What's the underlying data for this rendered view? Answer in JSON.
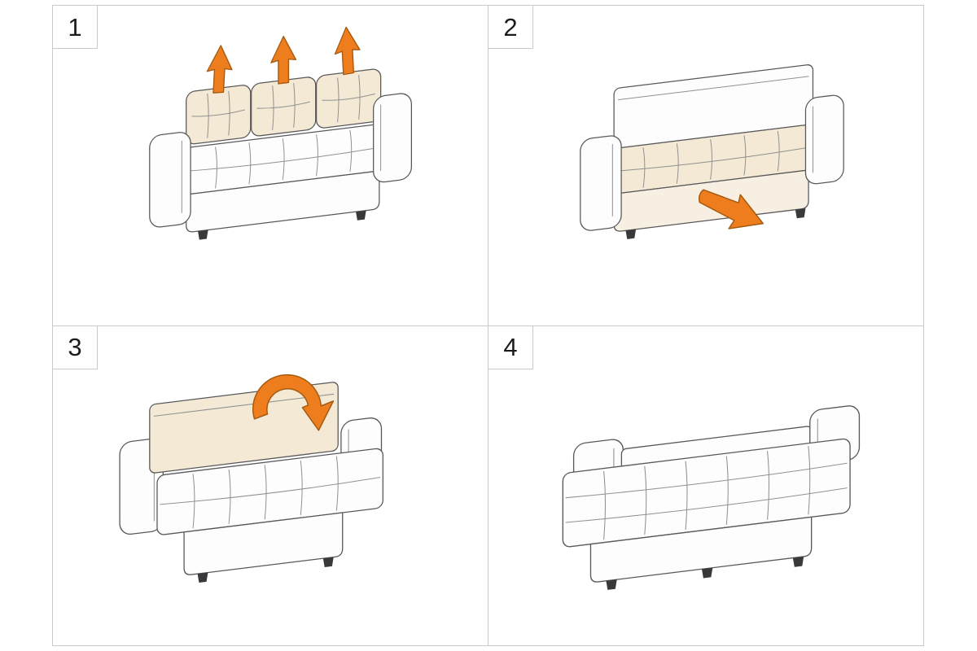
{
  "figure": {
    "steps": [
      {
        "number": "1",
        "illustration": "sofa-with-back-cushions",
        "arrows": [
          "up-arrow-icon",
          "up-arrow-icon",
          "up-arrow-icon"
        ]
      },
      {
        "number": "2",
        "illustration": "sofa-cushions-removed",
        "arrows": [
          "pull-out-arrow-icon"
        ]
      },
      {
        "number": "3",
        "illustration": "sofa-seat-pulled-out-backrest-upright",
        "arrows": [
          "fold-down-curved-arrow-icon"
        ]
      },
      {
        "number": "4",
        "illustration": "sofa-converted-to-flat-bed",
        "arrows": []
      }
    ],
    "colors": {
      "accent": "#ee7d1d",
      "accent-dark": "#a55a10",
      "line": "#58585a",
      "seam": "#909092",
      "cushion": "#f3e9d4",
      "cushion-light": "#f7f0e2",
      "panel-bg": "#ffffff",
      "frame": "#c9c9c9",
      "leg": "#39393b",
      "number": "#1c1c1e"
    }
  }
}
